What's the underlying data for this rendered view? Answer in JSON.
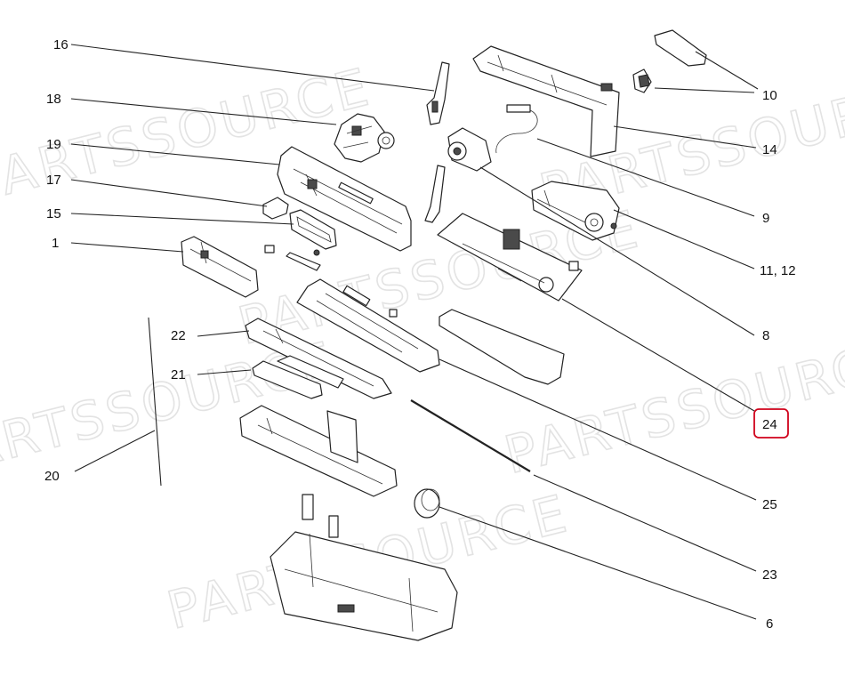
{
  "colors": {
    "highlight": "#d0021b",
    "line": "#222222",
    "watermark": "#e3e3e3"
  },
  "watermark": "PARTSSOURCE",
  "highlighted_callout": "24",
  "callouts": [
    {
      "id": "c16",
      "label": "16"
    },
    {
      "id": "c18",
      "label": "18"
    },
    {
      "id": "c19",
      "label": "19"
    },
    {
      "id": "c17",
      "label": "17"
    },
    {
      "id": "c15",
      "label": "15"
    },
    {
      "id": "c1",
      "label": "1"
    },
    {
      "id": "c22",
      "label": "22"
    },
    {
      "id": "c21",
      "label": "21"
    },
    {
      "id": "c20",
      "label": "20"
    },
    {
      "id": "c10",
      "label": "10"
    },
    {
      "id": "c14",
      "label": "14"
    },
    {
      "id": "c9",
      "label": "9"
    },
    {
      "id": "c11_12",
      "label": "11, 12"
    },
    {
      "id": "c8",
      "label": "8"
    },
    {
      "id": "c24",
      "label": "24"
    },
    {
      "id": "c25",
      "label": "25"
    },
    {
      "id": "c23",
      "label": "23"
    },
    {
      "id": "c6",
      "label": "6"
    }
  ]
}
